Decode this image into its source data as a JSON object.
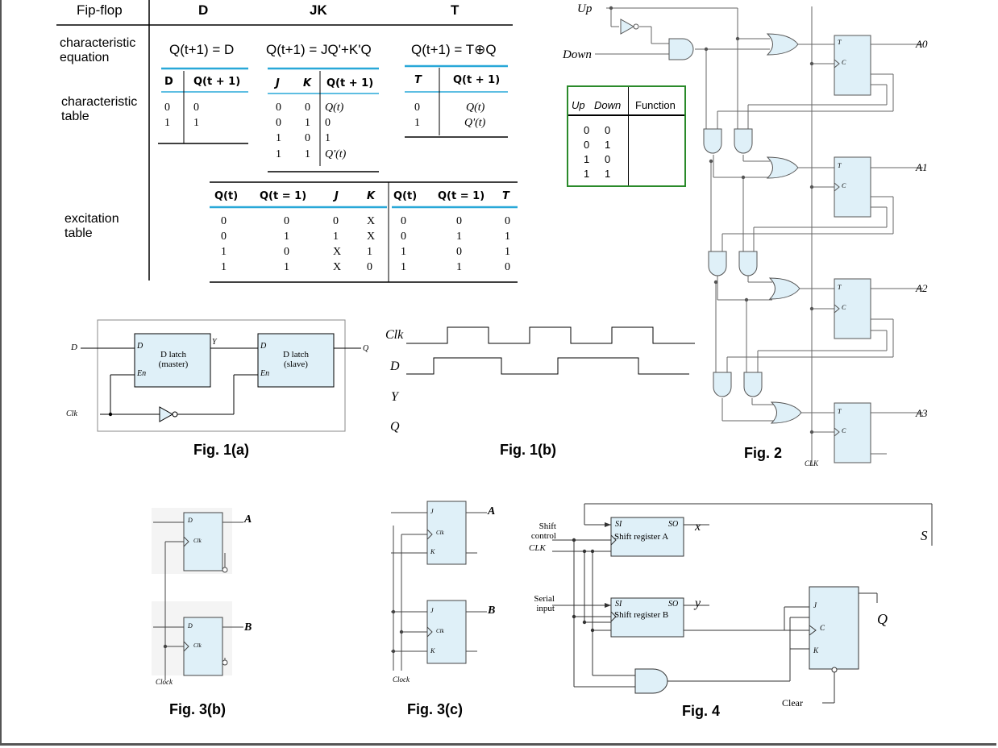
{
  "flipflop_table": {
    "header": {
      "col0": "Fip-flop",
      "d": "D",
      "jk": "JK",
      "t": "T"
    },
    "row_labels": {
      "char_eq": "characteristic equation",
      "char_table": "characteristic table",
      "excitation": "excitation table"
    },
    "equations": {
      "d": "Q(t+1) = D",
      "jk": "Q(t+1) = JQ'+K'Q",
      "t": "Q(t+1) = T⊕Q"
    },
    "d_char": {
      "headers": [
        "D",
        "Q(t + 1)"
      ],
      "rows": [
        [
          "0",
          "0"
        ],
        [
          "1",
          "1"
        ]
      ]
    },
    "jk_char": {
      "headers": [
        "J",
        "K",
        "Q(t + 1)"
      ],
      "rows": [
        [
          "0",
          "0",
          "Q(t)"
        ],
        [
          "0",
          "1",
          "0"
        ],
        [
          "1",
          "0",
          "1"
        ],
        [
          "1",
          "1",
          "Q'(t)"
        ]
      ]
    },
    "t_char": {
      "headers": [
        "T",
        "Q(t + 1)"
      ],
      "rows": [
        [
          "0",
          "Q(t)"
        ],
        [
          "1",
          "Q'(t)"
        ]
      ]
    },
    "jk_exc": {
      "headers": [
        "Q(t)",
        "Q(t = 1)",
        "J",
        "K"
      ],
      "rows": [
        [
          "0",
          "0",
          "0",
          "X"
        ],
        [
          "0",
          "1",
          "1",
          "X"
        ],
        [
          "1",
          "0",
          "X",
          "1"
        ],
        [
          "1",
          "1",
          "X",
          "0"
        ]
      ]
    },
    "t_exc": {
      "headers": [
        "Q(t)",
        "Q(t = 1)",
        "T"
      ],
      "rows": [
        [
          "0",
          "0",
          "0"
        ],
        [
          "0",
          "1",
          "1"
        ],
        [
          "1",
          "0",
          "1"
        ],
        [
          "1",
          "1",
          "0"
        ]
      ]
    }
  },
  "fig1a": {
    "caption": "Fig. 1(a)",
    "d": "D",
    "clk": "Clk",
    "y": "Y",
    "q": "Q",
    "master": [
      "D latch",
      "(master)"
    ],
    "slave": [
      "D latch",
      "(slave)"
    ],
    "pin_d": "D",
    "pin_en": "En"
  },
  "fig1b": {
    "caption": "Fig. 1(b)",
    "signals": [
      "Clk",
      "D",
      "Y",
      "Q"
    ]
  },
  "fig2": {
    "caption": "Fig. 2",
    "up": "Up",
    "down": "Down",
    "clk": "CLK",
    "outputs": [
      "A0",
      "A1",
      "A2",
      "A3"
    ],
    "pin_t": "T",
    "pin_c": "C"
  },
  "updown_table": {
    "headers": [
      "Up",
      "Down",
      "Function"
    ],
    "rows": [
      [
        "0",
        "0",
        ""
      ],
      [
        "0",
        "1",
        ""
      ],
      [
        "1",
        "0",
        ""
      ],
      [
        "1",
        "1",
        ""
      ]
    ]
  },
  "fig3b": {
    "caption": "Fig. 3(b)",
    "a": "A",
    "b": "B",
    "clock": "Clock",
    "pin_d": "D",
    "pin_clk": "Clk"
  },
  "fig3c": {
    "caption": "Fig. 3(c)",
    "a": "A",
    "b": "B",
    "clock": "Clock",
    "pin_j": "J",
    "pin_k": "K",
    "pin_clk": "Clk"
  },
  "fig4": {
    "caption": "Fig. 4",
    "shift_control": [
      "Shift",
      "control"
    ],
    "clk": "CLK",
    "serial_input": [
      "Serial",
      "input"
    ],
    "reg_a": "Shift register A",
    "reg_b": "Shift register B",
    "si": "SI",
    "so": "SO",
    "x": "x",
    "y": "y",
    "s": "S",
    "q": "Q",
    "clear": "Clear",
    "pin_j": "J",
    "pin_k": "K",
    "pin_c": "C"
  }
}
